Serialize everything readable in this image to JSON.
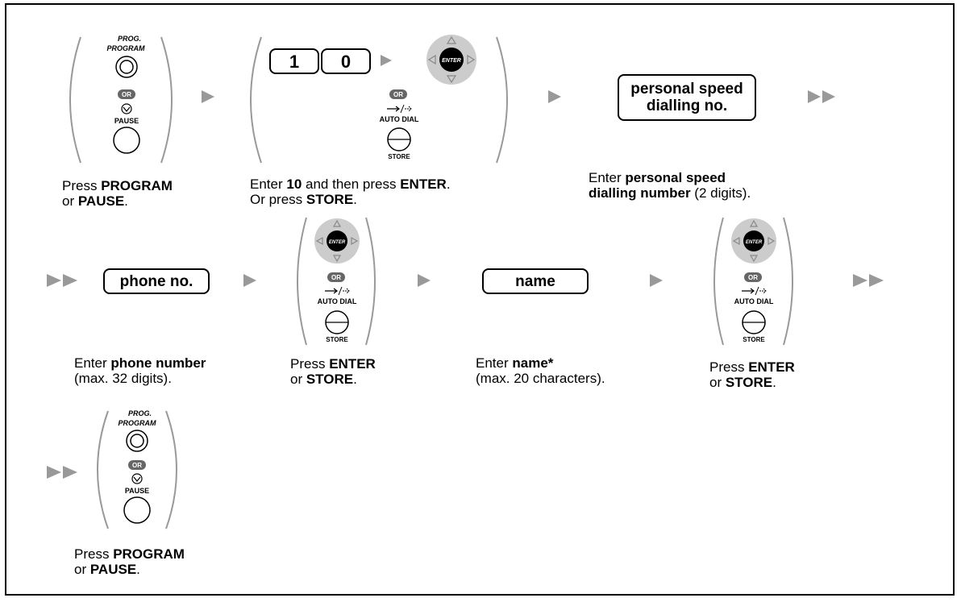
{
  "labels": {
    "prog_small": "PROG.",
    "program_small": "PROGRAM",
    "or": "OR",
    "pause_small": "PAUSE",
    "auto_dial": "AUTO DIAL",
    "store_small": "STORE",
    "enter_small": "ENTER",
    "key_1": "1",
    "key_0": "0"
  },
  "boxes": {
    "speed_line1": "personal speed",
    "speed_line2": "dialling no.",
    "phone": "phone no.",
    "name": "name"
  },
  "captions": {
    "step1": {
      "a": "Press ",
      "b": "PROGRAM",
      "c": "or ",
      "d": "PAUSE",
      "e": "."
    },
    "step2": {
      "a": "Enter ",
      "b": "10",
      "c": " and then press ",
      "d": "ENTER",
      "e": ".",
      "f": "Or press ",
      "g": "STORE",
      "h": "."
    },
    "step3": {
      "a": "Enter ",
      "b": "personal speed",
      "c": "dialling number",
      "d": " (2 digits)."
    },
    "step4": {
      "a": "Enter ",
      "b": "phone number",
      "c": "(max. 32 digits)."
    },
    "step5": {
      "a": "Press ",
      "b": "ENTER",
      "c": "or ",
      "d": "STORE",
      "e": "."
    },
    "step6": {
      "a": "Enter ",
      "b": "name*",
      "c": "(max. 20 characters)."
    },
    "step7": {
      "a": "Press ",
      "b": "ENTER",
      "c": "or ",
      "d": "STORE",
      "e": "."
    },
    "step8": {
      "a": "Press ",
      "b": "PROGRAM",
      "c": "or ",
      "d": "PAUSE",
      "e": "."
    }
  }
}
